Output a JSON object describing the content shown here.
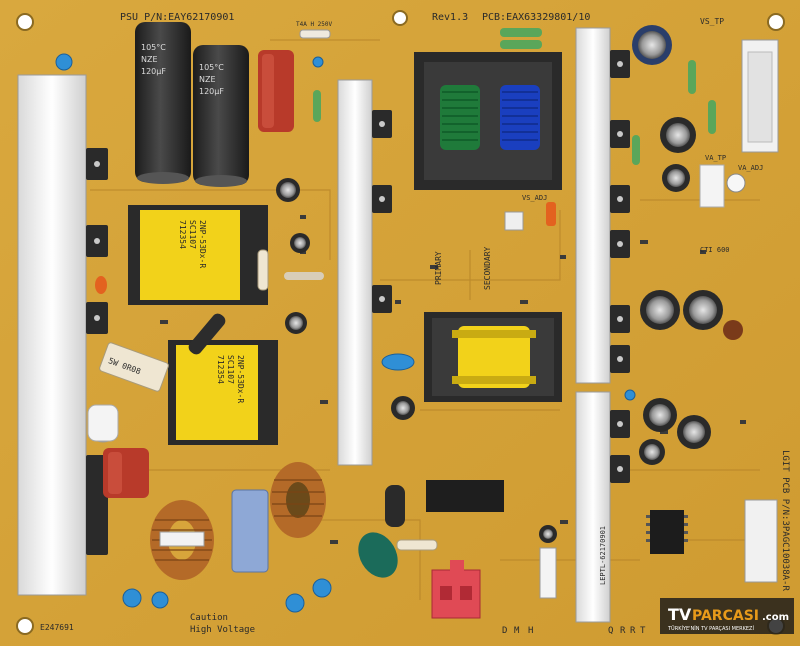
{
  "board": {
    "psu_part": "PSU P/N:EAY62170901",
    "revision": "Rev1.3",
    "pcb_part": "PCB:EAX63329801/10",
    "vertical_part": "LGIT PCB P/N:3PAGC10038A-R",
    "lot_label": "LEPTL-62170901",
    "cert_mark": "E247691",
    "caution_line1": "Caution",
    "caution_line2": "High Voltage",
    "primary_label": "PRIMARY",
    "secondary_label": "SECONDARY",
    "cti_label": "CTI 600",
    "connector_labels": [
      "VS_TP",
      "VA_TP",
      "VA_ADJ",
      "VS_ADJ"
    ],
    "edge_letters": [
      "D",
      "M",
      "H",
      "Q",
      "R",
      "R",
      "T"
    ],
    "fuse_label": "T4A H 250V"
  },
  "capacitors": {
    "bulk_text_lines": [
      "105°C",
      "NZE",
      "120μF"
    ],
    "resistor_label": "5W 0R08"
  },
  "transformers": {
    "small_label_line1": "2NP-53Dx-R",
    "small_label_line2": "SC1107",
    "small_label_line3": "712354"
  },
  "watermark": {
    "brand_tv": "TV",
    "brand_name": "PARCASI",
    "brand_domain": ".com",
    "tagline": "TÜRKİYE'NİN TV PARÇASI MERKEZİ"
  },
  "colors": {
    "pcb": "#d7a53b",
    "pcb_dark": "#b9862a",
    "heatsink": "#f6f6f6",
    "transformer_yellow": "#f2d21a",
    "cap_black": "#2c2c2c",
    "film_cap_red": "#b83a2a",
    "y_cap_blue": "#2f8fd6",
    "connector_red": "#e04a55"
  }
}
